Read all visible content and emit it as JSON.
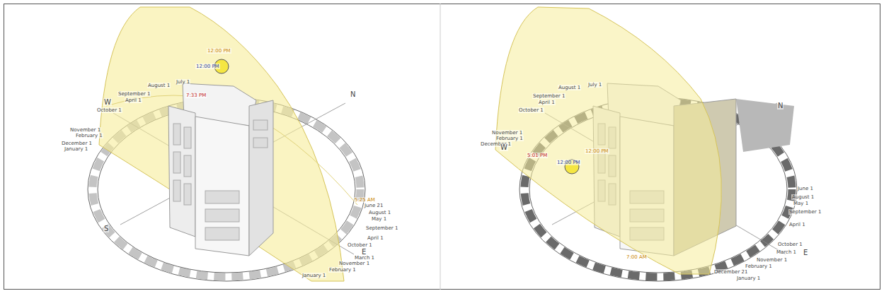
{
  "diagram": {
    "labels": [
      "12:00 PM",
      "12:00 PM",
      "July 1",
      "August 1",
      "7:33 PM",
      "September 1",
      "April 1",
      "W",
      "October 1",
      "November 1",
      "February 1",
      "December 1",
      "January 1",
      "N",
      "5:25 AM",
      "June 21",
      "August 1",
      "May 1",
      "September 1",
      "April 1",
      "October 1",
      "E",
      "March 1",
      "November 1",
      "February 1",
      "January 1",
      "S",
      "August 1",
      "July 1",
      "September 1",
      "April 1",
      "October 1",
      "November 1",
      "February 1",
      "December 1",
      "W",
      "5:01 PM",
      "12:00 PM",
      "12:00 PM",
      "N",
      "June 1",
      "August 1",
      "May 1",
      "September 1",
      "April 1",
      "October 1",
      "E",
      "March 1",
      "November 1",
      "February 1",
      "December 21",
      "January 1",
      "7:00 AM"
    ]
  }
}
